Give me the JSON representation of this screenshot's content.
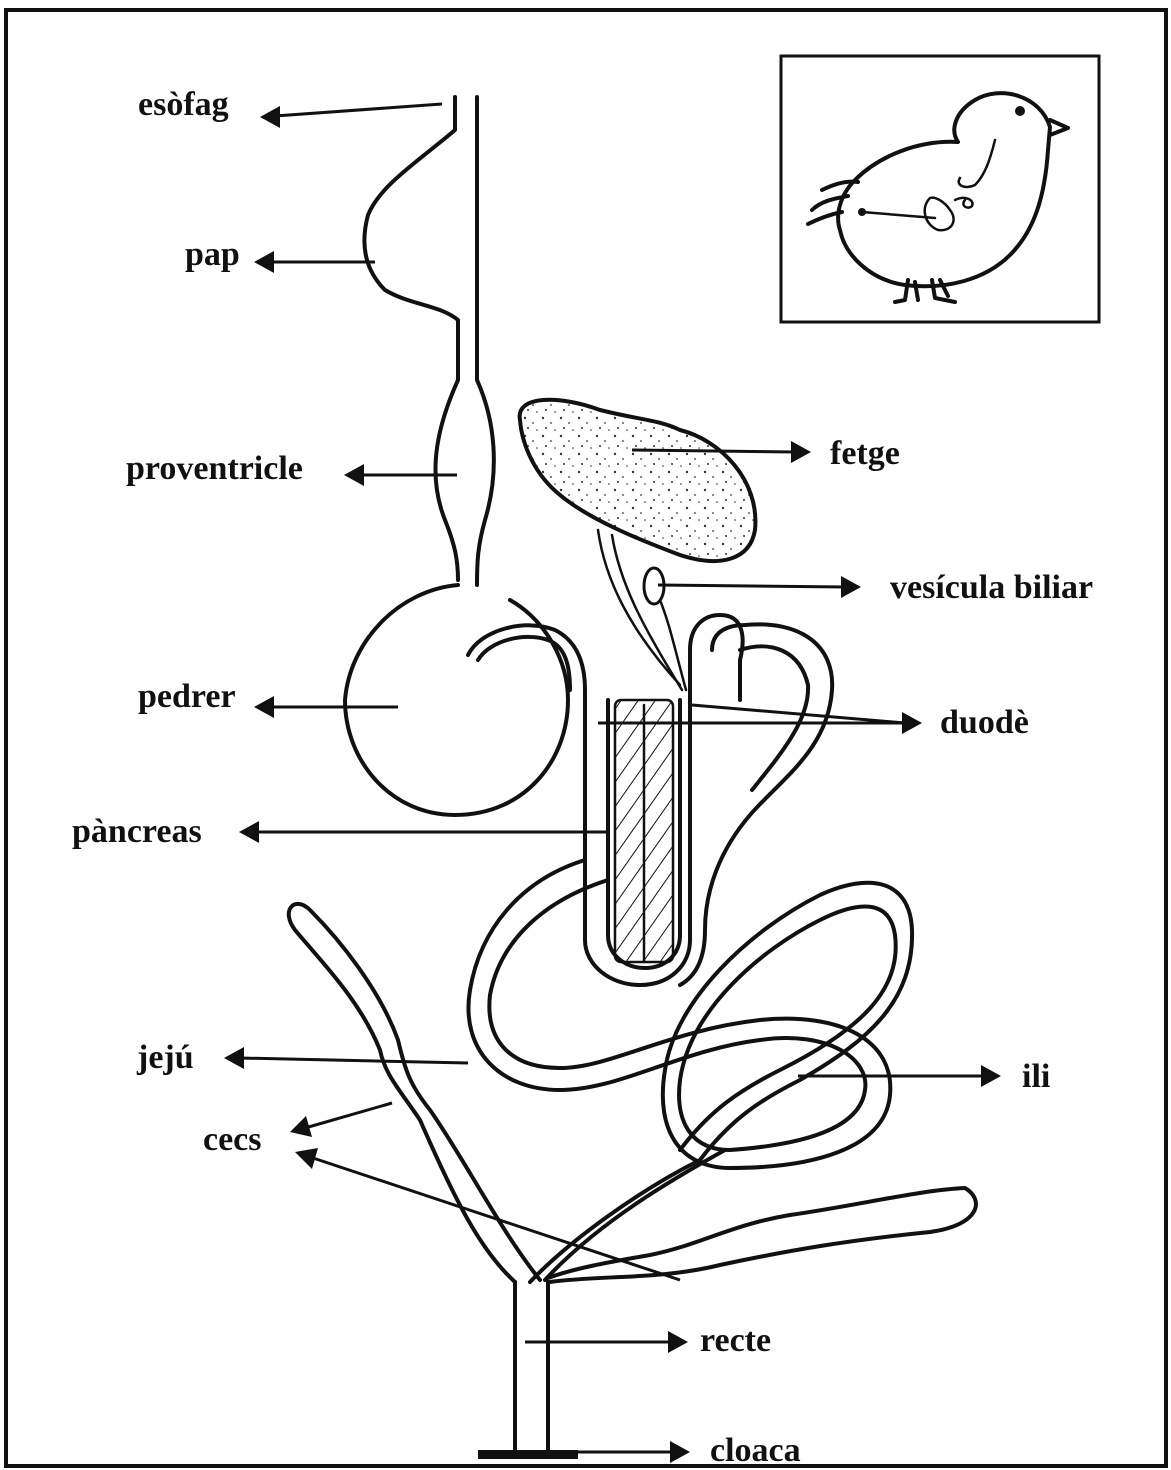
{
  "diagram": {
    "labels": {
      "esofag": "esòfag",
      "pap": "pap",
      "proventricle": "proventricle",
      "fetge": "fetge",
      "vesicula": "vesícula biliar",
      "pedrer": "pedrer",
      "duode": "duodè",
      "pancreas": "pàncreas",
      "jeju": "jejú",
      "ili": "ili",
      "cecs": "cecs",
      "recte": "recte",
      "cloaca": "cloaca"
    },
    "inset": {
      "icon": "chick-icon"
    }
  }
}
